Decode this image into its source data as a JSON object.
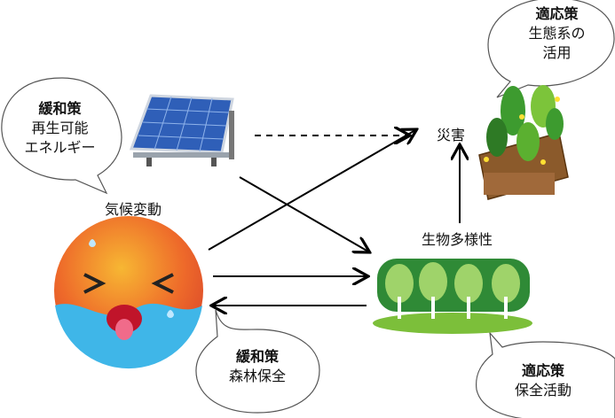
{
  "bubbles": {
    "renewable": {
      "title": "緩和策",
      "line1": "再生可能",
      "line2": "エネルギー"
    },
    "ecosystem": {
      "title": "適応策",
      "line1": "生態系の",
      "line2": "活用"
    },
    "forest_conservation": {
      "title": "緩和策",
      "line1": "森林保全"
    },
    "conservation_activity": {
      "title": "適応策",
      "line1": "保全活動"
    }
  },
  "nodes": {
    "climate_change": "気候変動",
    "disaster": "災害",
    "biodiversity": "生物多様性"
  },
  "colors": {
    "arrow": "#000000",
    "bubble_border": "#555555",
    "forest": "#7cbf3a",
    "earth_hot": "#e8572a",
    "earth_cool": "#3fb6e8"
  }
}
